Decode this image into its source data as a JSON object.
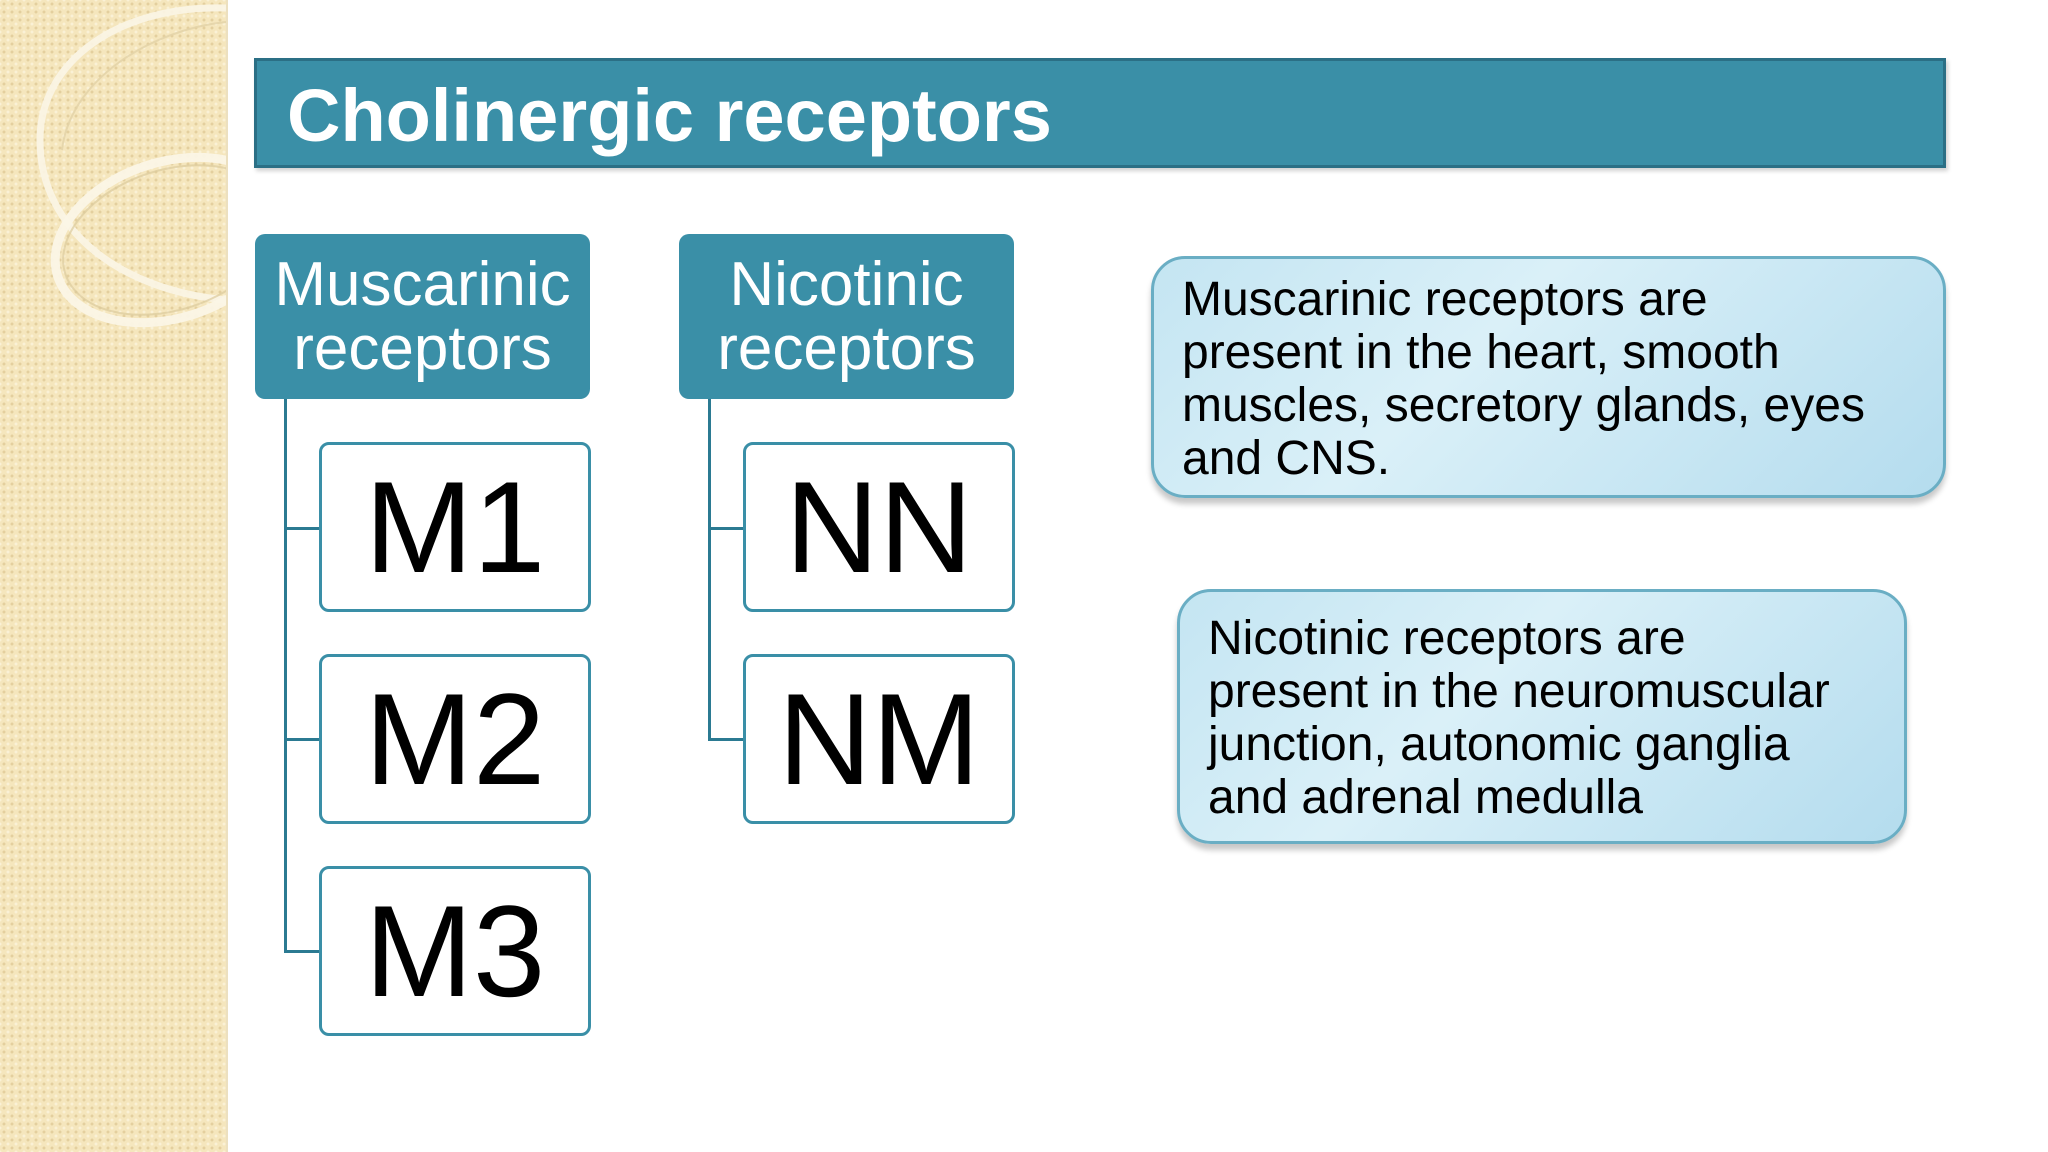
{
  "title": "Cholinergic receptors",
  "groups": {
    "muscarinic": {
      "header_line1": "Muscarinic",
      "header_line2": "receptors",
      "subtypes": [
        "M1",
        "M2",
        "M3"
      ]
    },
    "nicotinic": {
      "header_line1": "Nicotinic",
      "header_line2": "receptors",
      "subtypes": [
        "NN",
        "NM"
      ]
    }
  },
  "notes": {
    "muscarinic": "Muscarinic receptors are\npresent in the heart, smooth\nmuscles, secretory glands, eyes\nand CNS.",
    "nicotinic": "Nicotinic receptors are\npresent in the neuromuscular\njunction, autonomic ganglia\nand adrenal medulla"
  },
  "colors": {
    "accent": "#3a8fa7",
    "accent_dark": "#2b6f85",
    "side_panel": "#f5e6bd",
    "note_fill": "#c4e5f2"
  }
}
